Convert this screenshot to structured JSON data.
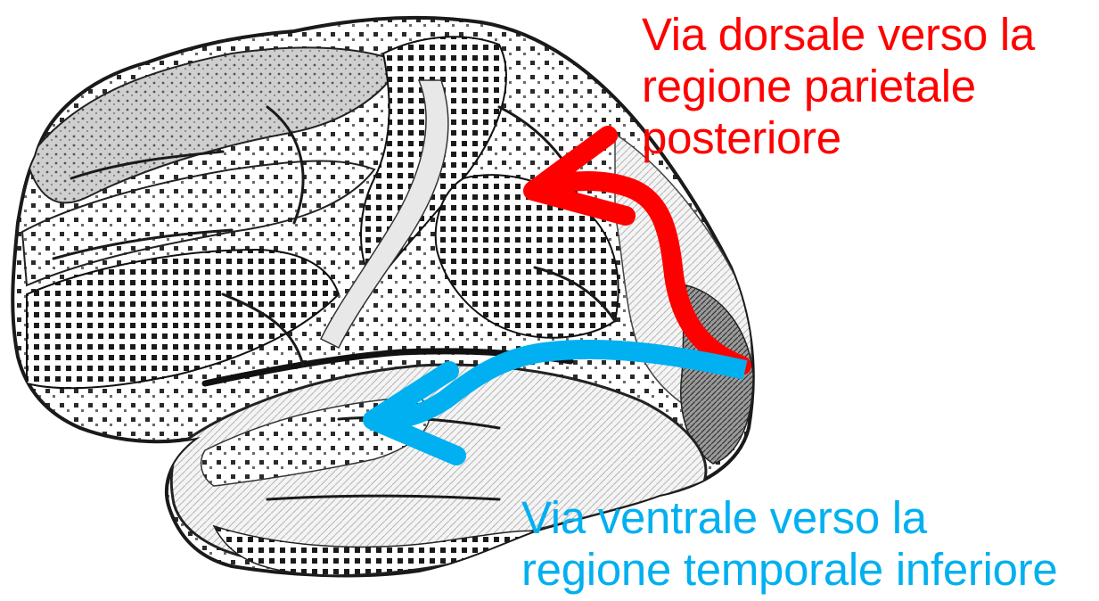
{
  "dorsal_pathway": {
    "label_lines": [
      "Via dorsale verso la",
      "regione parietale",
      "posteriore"
    ],
    "color": "#ff0000"
  },
  "ventral_pathway": {
    "label_lines": [
      "Via ventrale verso la",
      "regione temporale inferiore"
    ],
    "color": "#00b0f0"
  },
  "illustration": {
    "subject": "brain-lateral-view-engraving",
    "palette": {
      "ink": "#1a1a1a",
      "mid": "#8a8a8a",
      "light": "#d9d9d9",
      "paper": "#ffffff"
    }
  }
}
